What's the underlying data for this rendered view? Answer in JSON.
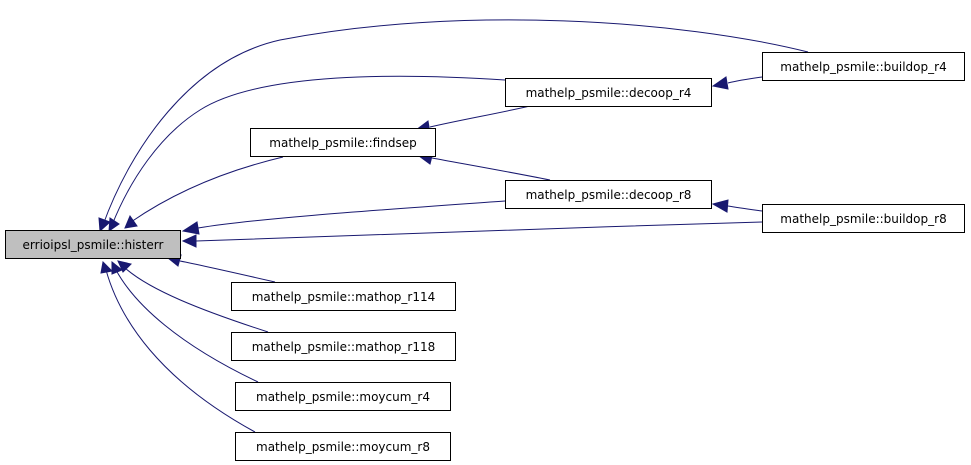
{
  "graph": {
    "root": "errioipsl_psmile::histerr",
    "nodes": {
      "histerr": "errioipsl_psmile::histerr",
      "findsep": "mathelp_psmile::findsep",
      "decoop_r4": "mathelp_psmile::decoop_r4",
      "decoop_r8": "mathelp_psmile::decoop_r8",
      "buildop_r4": "mathelp_psmile::buildop_r4",
      "buildop_r8": "mathelp_psmile::buildop_r8",
      "mathop_r114": "mathelp_psmile::mathop_r114",
      "mathop_r118": "mathelp_psmile::mathop_r118",
      "moycum_r4": "mathelp_psmile::moycum_r4",
      "moycum_r8": "mathelp_psmile::moycum_r8"
    },
    "edges": [
      {
        "from": "buildop_r4",
        "to": "histerr"
      },
      {
        "from": "decoop_r4",
        "to": "histerr"
      },
      {
        "from": "findsep",
        "to": "histerr"
      },
      {
        "from": "decoop_r8",
        "to": "histerr"
      },
      {
        "from": "buildop_r8",
        "to": "histerr"
      },
      {
        "from": "mathop_r114",
        "to": "histerr"
      },
      {
        "from": "mathop_r118",
        "to": "histerr"
      },
      {
        "from": "moycum_r4",
        "to": "histerr"
      },
      {
        "from": "moycum_r8",
        "to": "histerr"
      },
      {
        "from": "decoop_r4",
        "to": "findsep"
      },
      {
        "from": "decoop_r8",
        "to": "findsep"
      },
      {
        "from": "buildop_r4",
        "to": "decoop_r4"
      },
      {
        "from": "buildop_r8",
        "to": "decoop_r8"
      }
    ],
    "colors": {
      "edge": "#191970",
      "root_fill": "#bfbfbf",
      "node_fill": "#ffffff",
      "border": "#000000"
    }
  }
}
